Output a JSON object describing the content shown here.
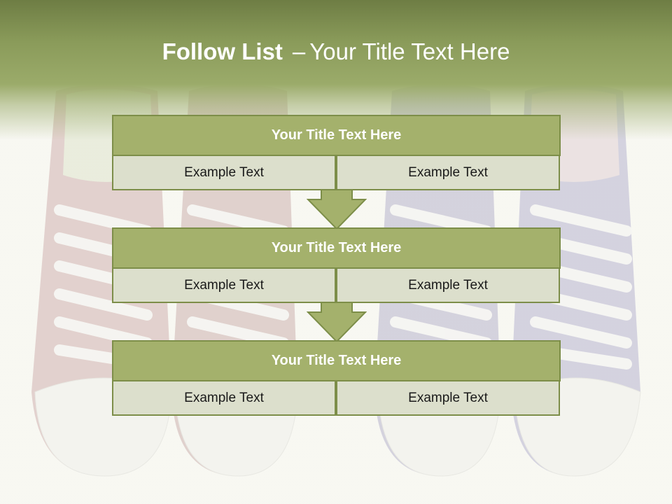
{
  "slide": {
    "title_bold": "Follow List",
    "title_separator": "–",
    "title_rest": "Your Title Text Here"
  },
  "blocks": [
    {
      "title": "Your Title Text Here",
      "left": "Example Text",
      "right": "Example Text"
    },
    {
      "title": "Your Title Text Here",
      "left": "Example Text",
      "right": "Example Text"
    },
    {
      "title": "Your Title Text Here",
      "left": "Example Text",
      "right": "Example Text"
    }
  ],
  "colors": {
    "header": "#8a9b5a",
    "block_title": "#a4b16c",
    "cell": "#dcdfcc",
    "border": "#7d8e49"
  },
  "background_image": "faded-sneakers-illustration"
}
